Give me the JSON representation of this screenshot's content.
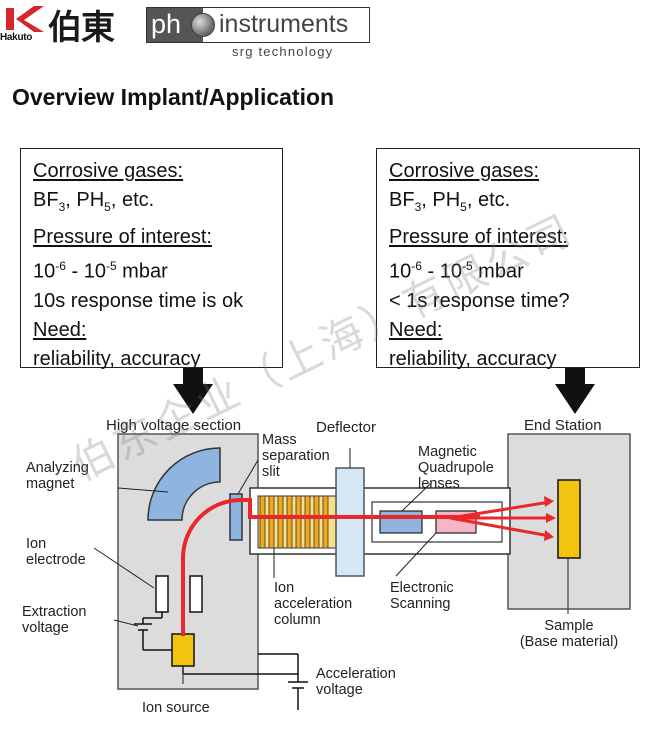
{
  "header": {
    "hakuto_en": "Hakuto",
    "hakuto_jp": "伯東",
    "ph_mark": "ph",
    "instruments": "instruments",
    "tagline": "srg technology"
  },
  "title": "Overview Implant/Application",
  "left_box": {
    "corrosive_label": "Corrosive gases:",
    "gases_bf": "BF",
    "gases_bf_sub": "3",
    "gases_ph": ", PH",
    "gases_ph_sub": "5",
    "gases_end": ", etc.",
    "pressure_label": "Pressure of interest:",
    "p_base1": "10",
    "p_exp1": "-6",
    "p_mid": " - 10",
    "p_exp2": "-5",
    "p_unit": " mbar",
    "response": "10s response time is ok",
    "need_label": "Need:",
    "need_value": "reliability, accuracy"
  },
  "right_box": {
    "corrosive_label": "Corrosive gases:",
    "gases_bf": "BF",
    "gases_bf_sub": "3",
    "gases_ph": ", PH",
    "gases_ph_sub": "5",
    "gases_end": ", etc.",
    "pressure_label": "Pressure of interest:",
    "p_base1": "10",
    "p_exp1": "-6",
    "p_mid": " - 10",
    "p_exp2": "-5",
    "p_unit": " mbar",
    "response": "< 1s response time?",
    "need_label": "Need:",
    "need_value": "reliability, accuracy"
  },
  "diagram": {
    "high_voltage_section": "High voltage section",
    "mass_separation_slit": [
      "Mass",
      "separation",
      "slit"
    ],
    "deflector": "Deflector",
    "magnetic_quadrupole": [
      "Magnetic",
      "Quadrupole",
      "lenses"
    ],
    "end_station": "End Station",
    "analyzing_magnet": [
      "Analyzing",
      "magnet"
    ],
    "ion_electrode": [
      "Ion",
      "electrode"
    ],
    "extraction_voltage": [
      "Extraction",
      "voltage"
    ],
    "ion_acceleration_column": [
      "Ion",
      "acceleration",
      "column"
    ],
    "electronic_scanning": [
      "Electronic",
      "Scanning"
    ],
    "sample": [
      "Sample",
      "(Base material)"
    ],
    "acceleration_voltage": [
      "Acceleration",
      "voltage"
    ],
    "ion_source": "Ion source"
  },
  "watermark": "伯东企业（上海）有限公司",
  "colors": {
    "chamber_fill": "#dcdcdc",
    "magnet_blue": "#8fb4df",
    "beam_red": "#e8282b",
    "source_yellow": "#f2c40f",
    "column_orange": "#f3a81c",
    "lens_pink": "#f7b6c4"
  }
}
